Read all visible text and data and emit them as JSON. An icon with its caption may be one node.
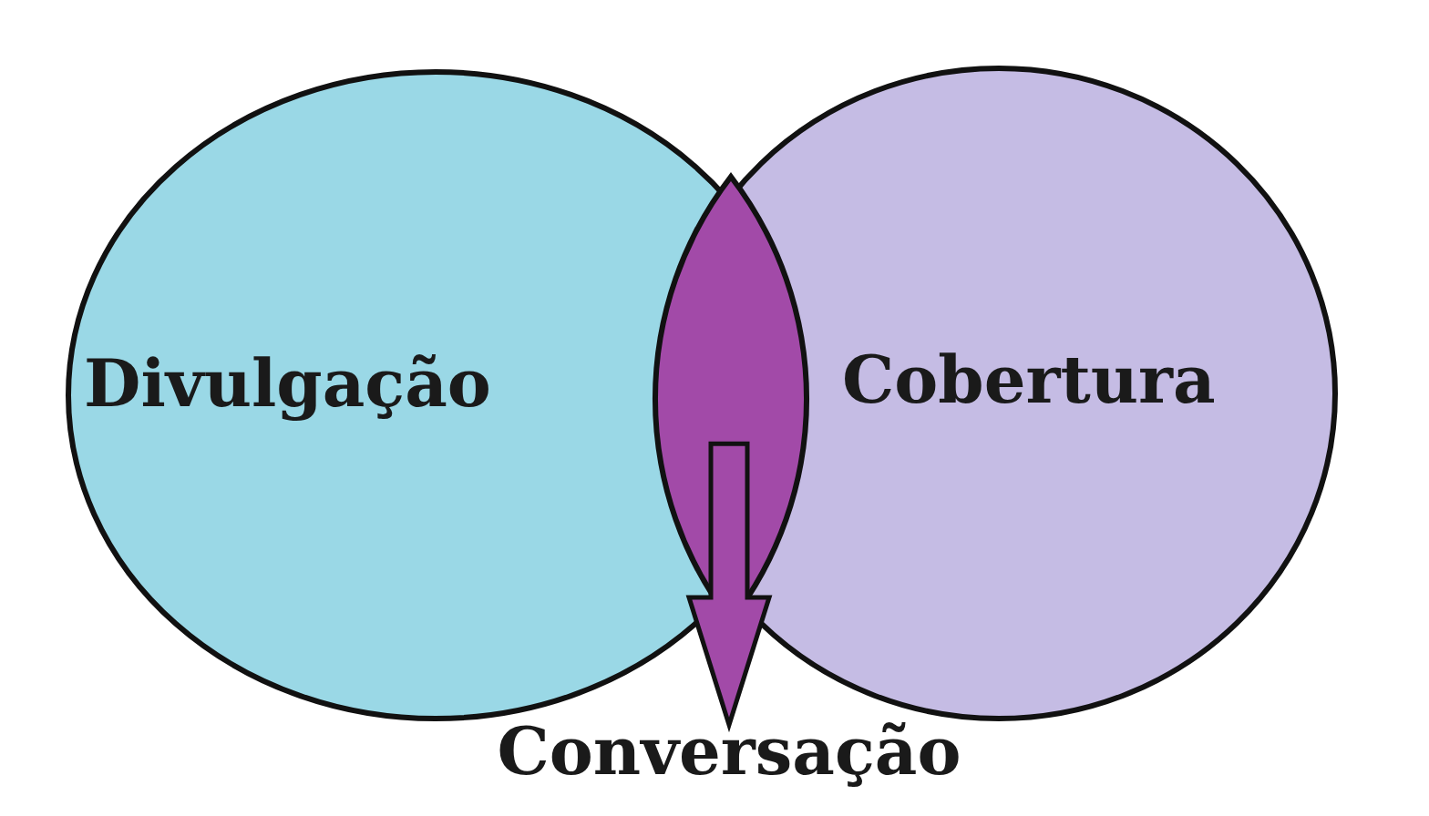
{
  "diagram": {
    "nodes": [
      {
        "text": [
          "Divulgação"
        ]
      },
      {
        "text": [
          "Cobertura"
        ]
      },
      {
        "text": [],
        "shape": "lens"
      },
      {
        "text": [
          "Conversação"
        ]
      }
    ],
    "edges": [
      {
        "from": 2,
        "to": 3,
        "arrow": "to"
      }
    ]
  }
}
